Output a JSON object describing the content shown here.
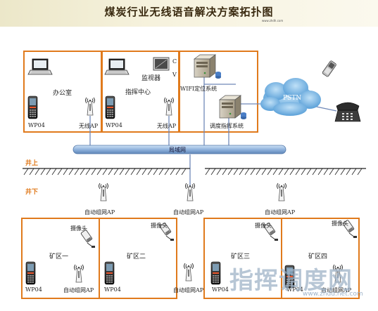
{
  "title": "煤炭行业无线语音解决方案拓扑图",
  "subtitle": "www.zhdh.com",
  "labels": {
    "office": "办公室",
    "command_center": "指挥中心",
    "monitor": "监视器",
    "cv": "C\nV",
    "wifi_system": "WIFI定位系统",
    "dispatch_system": "调度指挥系统",
    "pstn": "PSTN",
    "lan": "局域网",
    "above_ground": "井上",
    "below_ground": "井下",
    "phone_model": "WP04",
    "wireless_ap": "无线AP",
    "auto_ap": "自动组网AP",
    "camera": "摄像头",
    "mine1": "矿区一",
    "mine2": "矿区二",
    "mine3": "矿区三",
    "mine4": "矿区四"
  },
  "watermark": {
    "text": "指挥调度网",
    "url": "www.zhdd.net.com"
  },
  "colors": {
    "box_border": "#e07a1c",
    "lines": "#6f88b8",
    "lan_bar": "#8fb2dc",
    "pstn_cloud": "#7fb8e6"
  }
}
